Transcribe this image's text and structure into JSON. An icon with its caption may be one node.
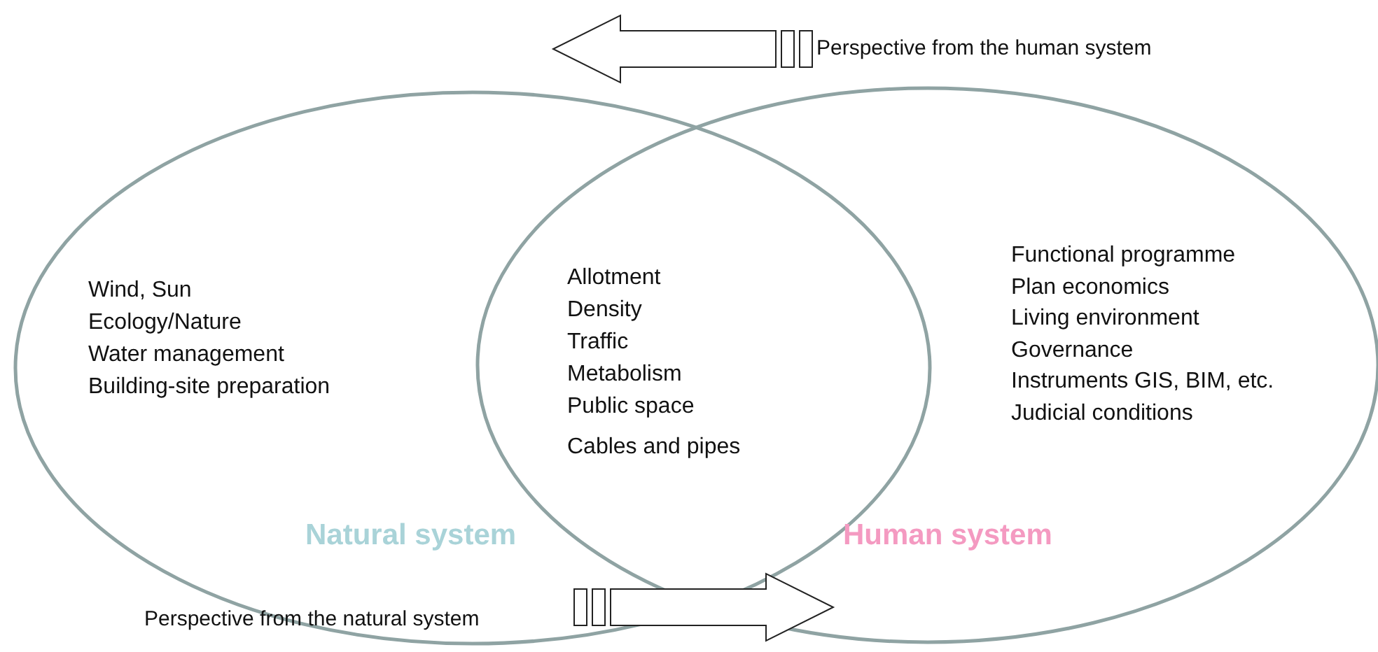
{
  "diagram": {
    "nodes": [
      {
        "text": [
          "Wind, Sun",
          "Ecology/Nature",
          "Water management",
          "Building-site preparation",
          "Natural system"
        ]
      },
      {
        "text": [
          "Functional programme",
          "Plan economics",
          "Living environment",
          "Governance",
          "Instruments GIS, BIM, etc.",
          "Judicial conditions",
          "Human system"
        ]
      }
    ],
    "edges": [],
    "labels": [
      "Perspective from the human system",
      "Allotment",
      "Density",
      "Traffic",
      "Metabolism",
      "Public space",
      "Cables and pipes",
      "Perspective from the natural system"
    ]
  }
}
